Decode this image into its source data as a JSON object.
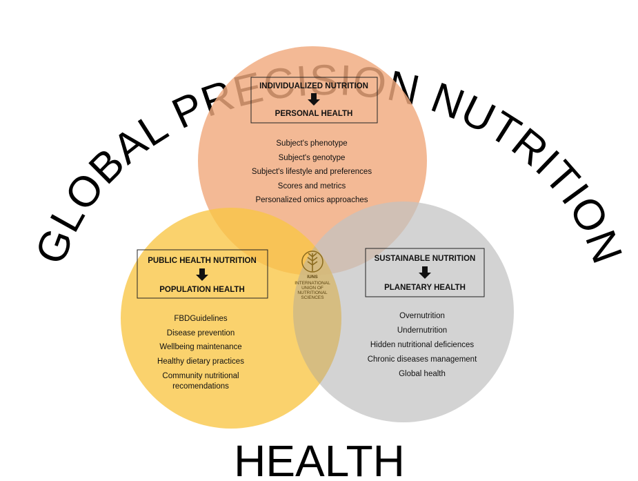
{
  "title": "GLOBAL PRECISION NUTRITION",
  "bottom_label": "HEALTH",
  "colors": {
    "personal": "#f0a97e",
    "population": "#f8c544",
    "planetary": "#c8c8c8",
    "logo": "#8a6a1e"
  },
  "circles": {
    "personal": {
      "header_top": "INDIVIDUALIZED NUTRITION",
      "header_bottom": "PERSONAL HEALTH",
      "items": [
        "Subject's phenotype",
        "Subject's genotype",
        "Subject's lifestyle and preferences",
        "Scores and metrics",
        "Personalized omics approaches"
      ]
    },
    "population": {
      "header_top": "PUBLIC HEALTH NUTRITION",
      "header_bottom": "POPULATION HEALTH",
      "items": [
        "FBDGuidelines",
        "Disease prevention",
        "Wellbeing maintenance",
        "Healthy dietary practices",
        "Community nutritional",
        "recomendations"
      ]
    },
    "planetary": {
      "header_top": "SUSTAINABLE NUTRITION",
      "header_bottom": "PLANETARY HEALTH",
      "items": [
        "Overnutrition",
        "Undernutrition",
        "Hidden nutritional deficiences",
        "Chronic diseases management",
        "Global health"
      ]
    }
  },
  "logo": {
    "acronym": "IUNS",
    "lines": [
      "INTERNATIONAL",
      "UNION OF",
      "NUTRITIONAL",
      "SCIENCES"
    ]
  }
}
